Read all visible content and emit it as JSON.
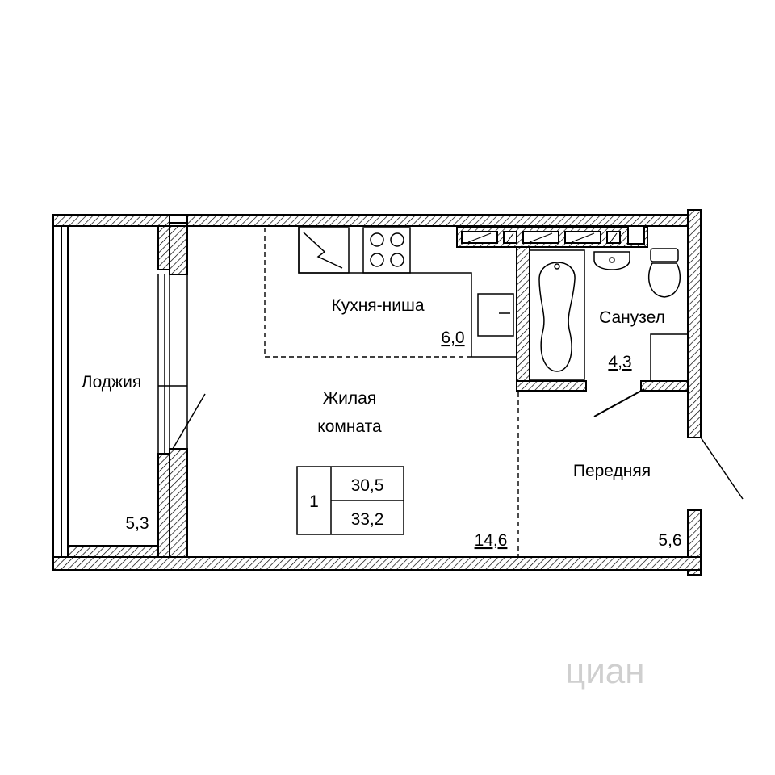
{
  "rooms": {
    "loggia": {
      "name": "Лоджия",
      "area": "5,3"
    },
    "kitchen": {
      "name": "Кухня-ниша",
      "area": "6,0"
    },
    "living": {
      "name_line1": "Жилая",
      "name_line2": "комната",
      "area": "14,6"
    },
    "bathroom": {
      "name": "Санузел",
      "area": "4,3"
    },
    "hallway": {
      "name": "Передняя",
      "area": "5,6"
    }
  },
  "summary": {
    "rooms_count": "1",
    "living_total": "30,5",
    "total_area": "33,2"
  },
  "watermark": "циан"
}
